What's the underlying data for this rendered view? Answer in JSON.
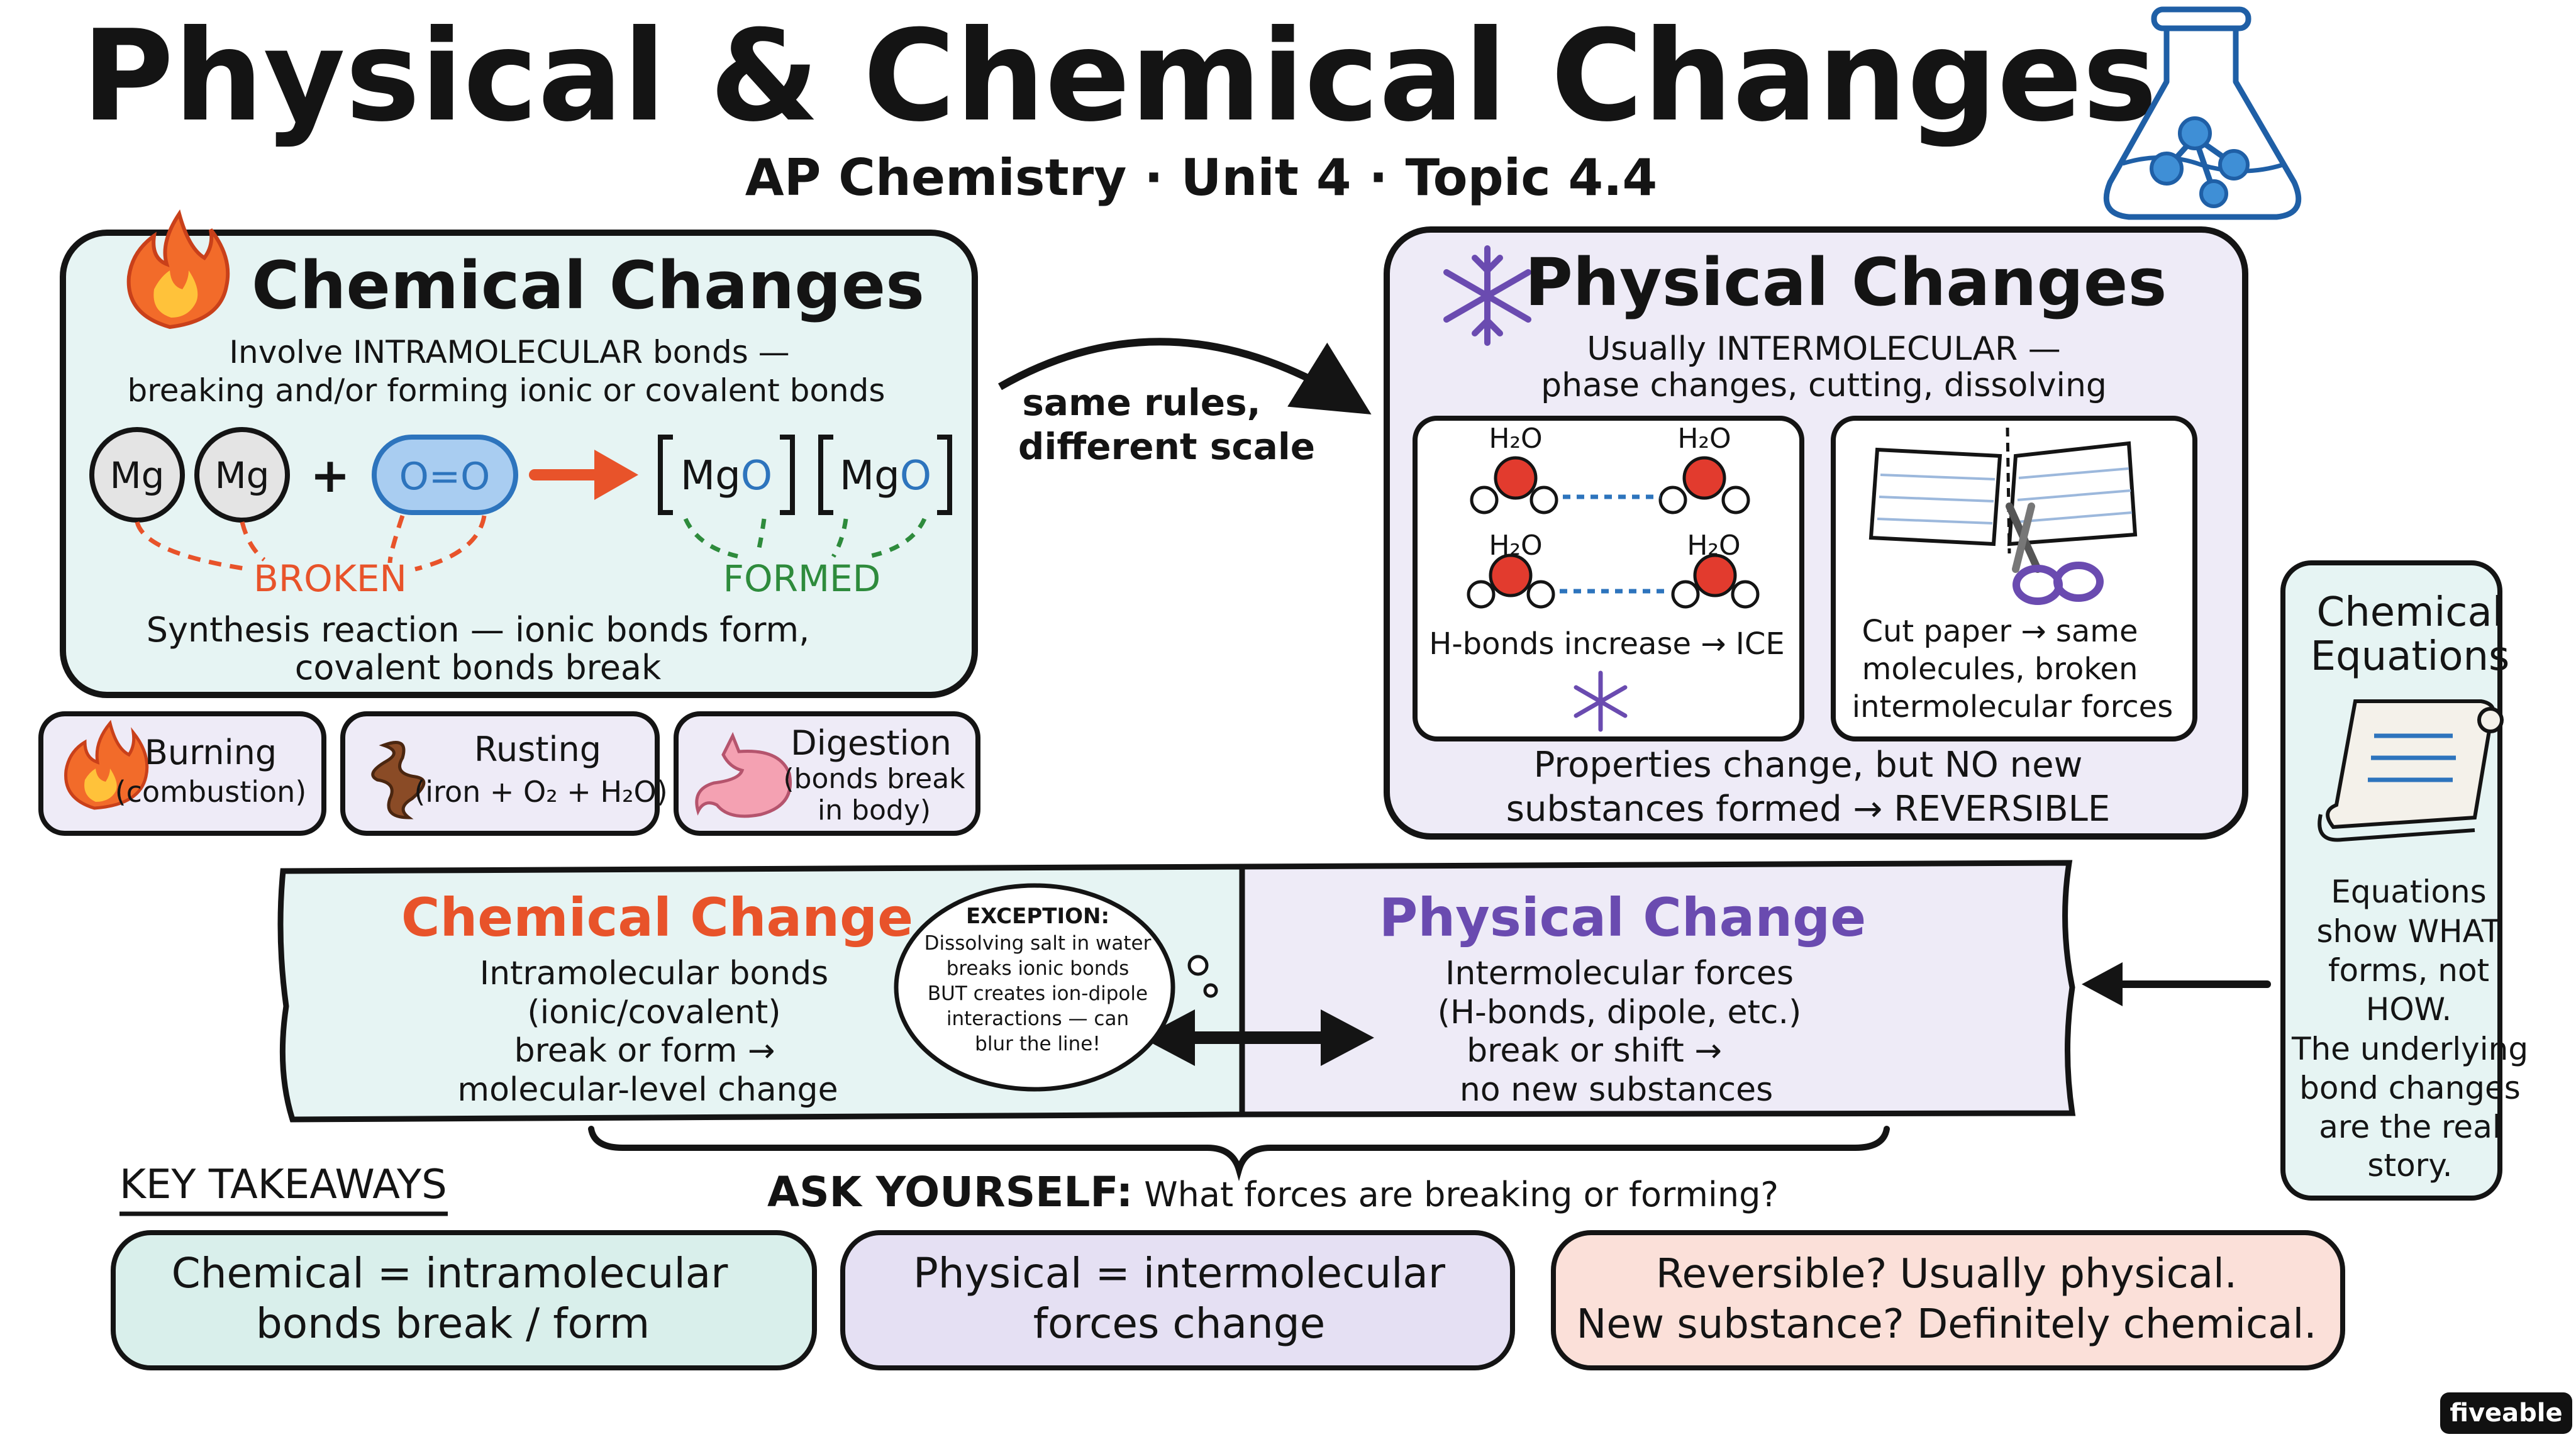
{
  "header": {
    "title": "Physical & Chemical Changes",
    "subtitle": "AP Chemistry  ·  Unit 4  ·  Topic 4.4"
  },
  "chemical": {
    "title": "Chemical Changes",
    "desc1": "Involve INTRAMOLECULAR bonds —",
    "desc2": "breaking and/or forming ionic or covalent bonds",
    "atom1": "Mg",
    "atom2": "Mg",
    "plus": "+",
    "o2": "O=O",
    "product1_mg": "Mg",
    "product1_o": "O",
    "product2_mg": "Mg",
    "product2_o": "O",
    "broken": "BROKEN",
    "formed": "FORMED",
    "note1": "Synthesis reaction — ionic bonds form,",
    "note2": "covalent bonds break"
  },
  "examples": [
    {
      "line1": "Burning",
      "line2": "(combustion)",
      "line3": ""
    },
    {
      "line1": "Rusting",
      "line2": "(iron + O₂ + H₂O)",
      "line3": ""
    },
    {
      "line1": "Digestion",
      "line2": "(bonds break",
      "line3": "in body)"
    }
  ],
  "connector": {
    "line1": "same rules,",
    "line2": "different scale"
  },
  "physical": {
    "title": "Physical Changes",
    "desc1": "Usually INTERMOLECULAR —",
    "desc2": "phase changes, cutting, dissolving",
    "water_label": "H₂O",
    "ice_caption": "H-bonds increase → ICE",
    "paper1": "Cut paper → same",
    "paper2": "molecules, broken",
    "paper3": "intermolecular forces",
    "summary1": "Properties change, but NO new",
    "summary2": "substances formed → REVERSIBLE"
  },
  "equations": {
    "title1": "Chemical",
    "title2": "Equations",
    "lines": [
      "Equations",
      "show WHAT",
      "forms, not",
      "HOW.",
      "The underlying",
      "bond changes",
      "are the real",
      "story."
    ]
  },
  "compare": {
    "chem_title": "Chemical Change",
    "chem_lines": [
      "Intramolecular bonds",
      "(ionic/covalent)",
      "break or form →",
      "molecular-level change"
    ],
    "phys_title": "Physical Change",
    "phys_lines": [
      "Intermolecular forces",
      "(H-bonds, dipole, etc.)",
      "break or shift →",
      "no new substances"
    ],
    "exception": [
      "EXCEPTION:",
      "Dissolving salt in water",
      "breaks ionic bonds",
      "BUT creates ion-dipole",
      "interactions — can",
      "blur the line!"
    ]
  },
  "takeaways": {
    "heading": "KEY TAKEAWAYS",
    "ask_label": "ASK YOURSELF:",
    "ask_text": "What forces are breaking or forming?",
    "cards": [
      {
        "line1": "Chemical  =  intramolecular",
        "line2": "bonds break / form"
      },
      {
        "line1": "Physical  =  intermolecular",
        "line2": "forces change"
      },
      {
        "line1": "Reversible? Usually physical.",
        "line2": "New substance? Definitely chemical."
      }
    ]
  },
  "brand": "fiveable",
  "colors": {
    "ink": "#141414",
    "chem_bg": "#e6f4f3",
    "phys_bg": "#eeebf7",
    "pink_bg": "#fbe0d9",
    "orange": "#e8532a",
    "green": "#2e8b3c",
    "blue": "#2d74bd",
    "purple": "#6a4bb0",
    "flask_blue": "#1f5fa6"
  }
}
